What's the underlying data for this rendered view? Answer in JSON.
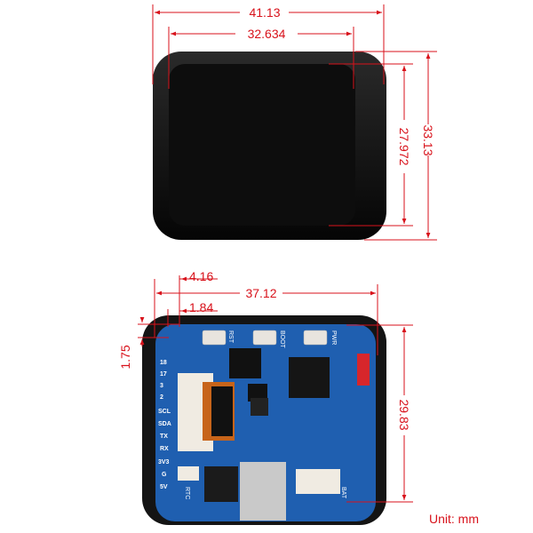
{
  "dimensions": {
    "display_width": "41.13",
    "screen_width": "32.634",
    "screen_height": "27.972",
    "display_height": "33.13",
    "offset_a": "4.16",
    "board_width": "37.12",
    "offset_b": "1.84",
    "offset_c": "1.75",
    "board_height": "29.83"
  },
  "unit_label": "Unit: mm",
  "board": {
    "buttons": [
      "RST",
      "BOOT",
      "PWR"
    ],
    "pins": [
      "18",
      "17",
      "3",
      "2",
      "SCL",
      "SDA",
      "TX",
      "RX",
      "3V3",
      "G",
      "5V"
    ],
    "connector_labels": [
      "RTC",
      "BAT"
    ]
  },
  "colors": {
    "dimension": "#d8121b",
    "pcb": "#1f5fb0",
    "bezel": "#111111"
  }
}
